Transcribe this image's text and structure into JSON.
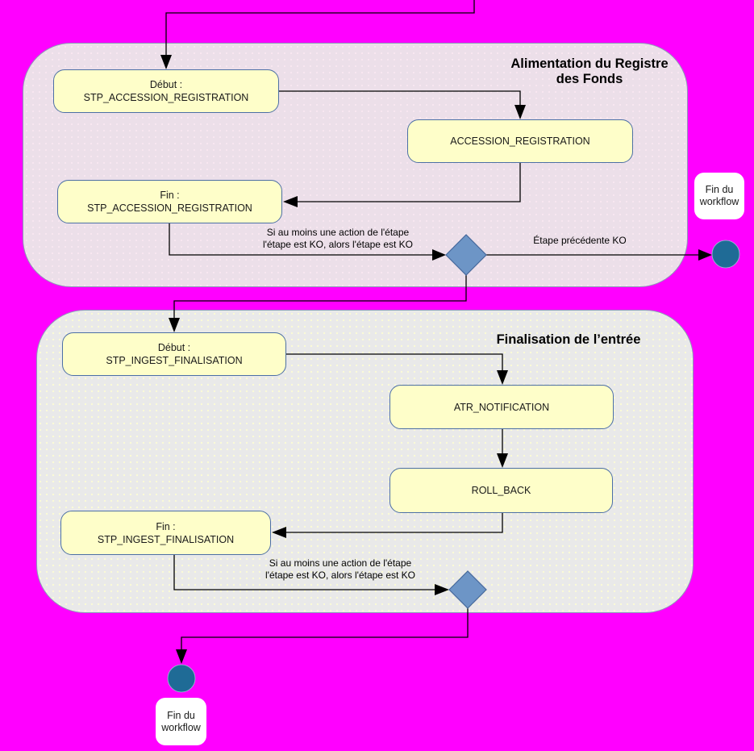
{
  "diagram": {
    "background_color": "#FF00FF",
    "regions": {
      "accession": {
        "title": "Alimentation du Registre des Fonds",
        "fill": "#ECDFE9"
      },
      "finalisation": {
        "title": "Finalisation de l’entrée",
        "fill": "#E9E9E9"
      }
    },
    "nodes": {
      "start_accession": {
        "line1": "Début :",
        "line2": "STP_ACCESSION_REGISTRATION"
      },
      "accession_registration": {
        "line1": "ACCESSION_REGISTRATION"
      },
      "end_accession": {
        "line1": "Fin :",
        "line2": "STP_ACCESSION_REGISTRATION"
      },
      "start_ingest": {
        "line1": "Début :",
        "line2": "STP_INGEST_FINALISATION"
      },
      "atr_notification": {
        "line1": "ATR_NOTIFICATION"
      },
      "roll_back": {
        "line1": "ROLL_BACK"
      },
      "end_ingest": {
        "line1": "Fin :",
        "line2": "STP_INGEST_FINALISATION"
      }
    },
    "edge_labels": {
      "ko_top_line1": "Si au moins une action de l'étape",
      "ko_top_line2": "l'étape est KO, alors l'étape est KO",
      "previous_step_ko": "Étape précédente KO",
      "ko_bottom_line1": "Si au moins une action de l'étape",
      "ko_bottom_line2": "l'étape est KO, alors l'étape est KO"
    },
    "terminals": {
      "end_workflow_top_label": "Fin du workflow",
      "end_workflow_bottom_label": "Fin du workflow"
    },
    "colors": {
      "node_fill": "#FEFEC9",
      "node_border": "#4C6FA5",
      "decision_fill": "#6D95C6",
      "decision_border": "#46689C",
      "terminal_fill": "#1F6B96",
      "connector": "#000000",
      "region_border": "#8C9AB8"
    }
  }
}
